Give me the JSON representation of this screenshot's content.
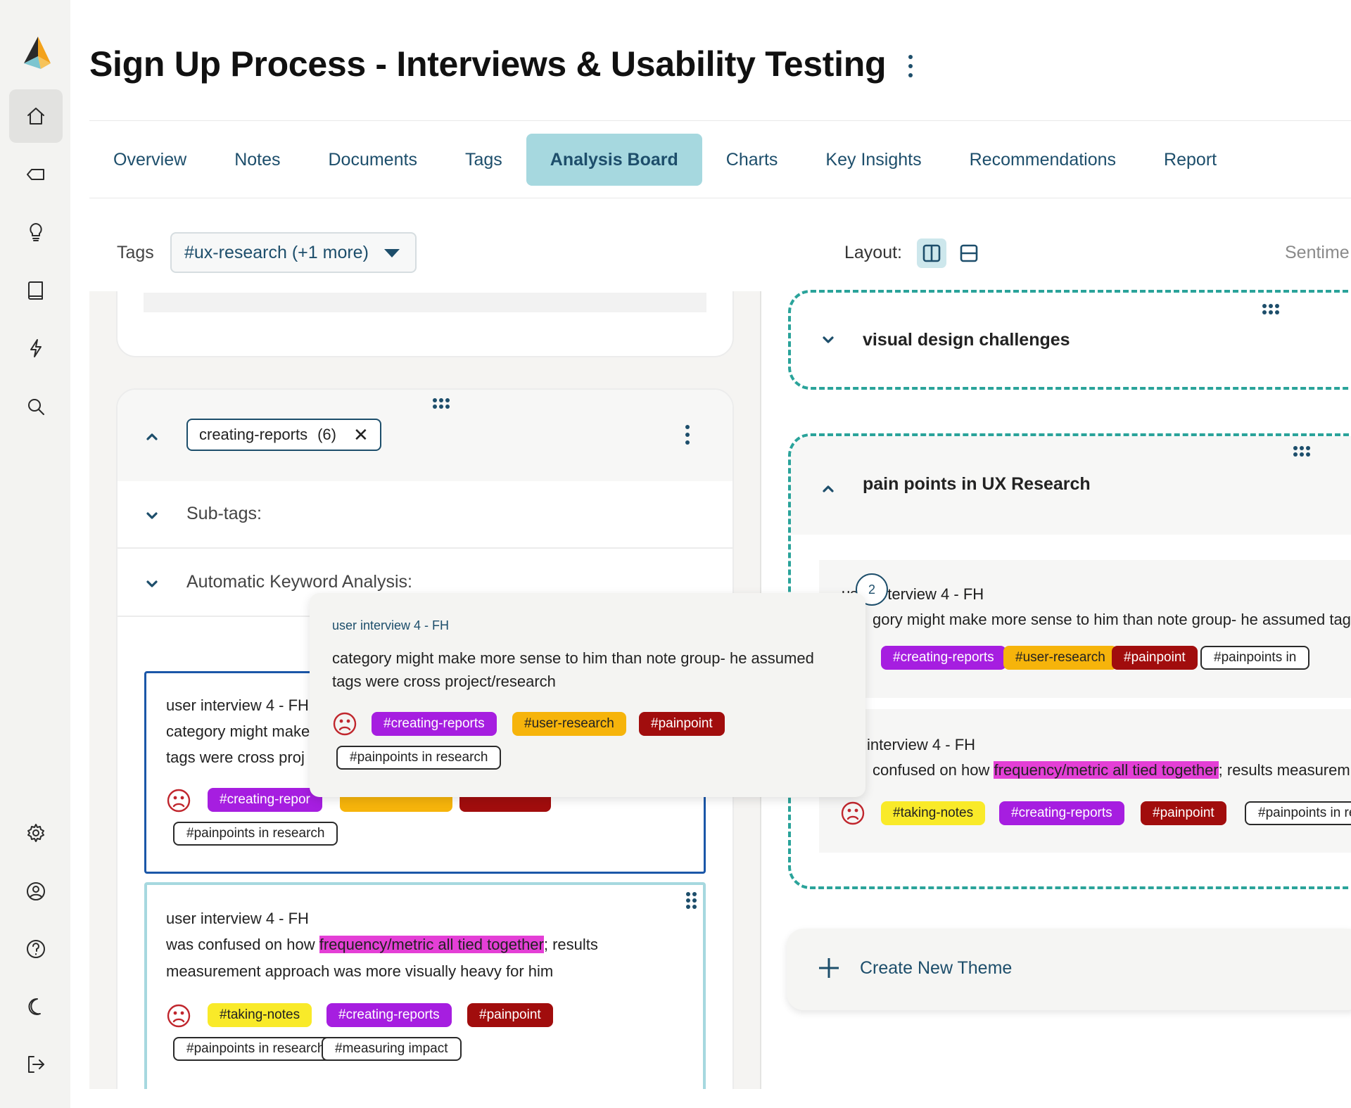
{
  "page": {
    "title": "Sign Up Process - Interviews & Usability Testing"
  },
  "sidebar": {
    "items": [
      {
        "icon": "home-icon"
      },
      {
        "icon": "tag-icon"
      },
      {
        "icon": "lightbulb-icon"
      },
      {
        "icon": "book-icon"
      },
      {
        "icon": "lightning-icon"
      },
      {
        "icon": "search-icon"
      },
      {
        "icon": "gear-icon"
      },
      {
        "icon": "user-circle-icon"
      },
      {
        "icon": "help-icon"
      },
      {
        "icon": "moon-icon"
      },
      {
        "icon": "logout-icon"
      }
    ]
  },
  "tabs": [
    {
      "label": "Overview"
    },
    {
      "label": "Notes"
    },
    {
      "label": "Documents"
    },
    {
      "label": "Tags"
    },
    {
      "label": "Analysis Board",
      "active": true
    },
    {
      "label": "Charts"
    },
    {
      "label": "Key Insights"
    },
    {
      "label": "Recommendations"
    },
    {
      "label": "Report"
    }
  ],
  "toolbar": {
    "tags_label": "Tags",
    "tags_value": "#ux-research (+1 more)",
    "layout_label": "Layout:",
    "sentiment_label": "Sentime"
  },
  "tag_card": {
    "chip_name": "creating-reports",
    "chip_count": "(6)",
    "chip_close": "✕",
    "subtags_label": "Sub-tags:",
    "keyword_label": "Automatic Keyword Analysis:"
  },
  "notes": {
    "note1": {
      "source": "user interview 4 - FH",
      "line1": "category might make",
      "line2": "tags were cross proj",
      "pill1": "#creating-repor",
      "pill_outline": "#painpoints in research"
    },
    "note2": {
      "source": "user interview 4 - FH",
      "text_before": "was confused on how ",
      "text_highlight": "frequency/metric all tied together",
      "text_after": "; results",
      "line2": "measurement approach was more visually heavy for him",
      "pills": [
        "#taking-notes",
        "#creating-reports",
        "#painpoint"
      ],
      "pills_row2": [
        "#painpoints in research",
        "#measuring impact"
      ]
    }
  },
  "popup": {
    "source": "user interview 4 - FH",
    "line1": "category might make more sense to him than note group- he assumed",
    "line2": "tags were cross project/research",
    "pills": [
      "#creating-reports",
      "#user-research",
      "#painpoint"
    ],
    "pill_outline": "#painpoints in research"
  },
  "themes": {
    "theme1": {
      "title": "visual design challenges"
    },
    "theme2": {
      "title": "pain points in UX Research",
      "badge": "2",
      "noteA": {
        "source_prefix": "us",
        "source": "terview 4 - FH",
        "text": "gory might make more sense to him than note group- he assumed tag",
        "pills": [
          "#creating-reports",
          "#user-research",
          "#painpoint",
          "#painpoints in"
        ]
      },
      "noteB": {
        "source": "interview 4 - FH",
        "text_before": "confused on how ",
        "text_highlight": "frequency/metric all tied together",
        "text_after": "; results measurem",
        "pills": [
          "#taking-notes",
          "#creating-reports",
          "#painpoint",
          "#painpoints in re"
        ]
      }
    },
    "create_label": "Create New Theme"
  },
  "colors": {
    "accent": "#1d4e6b",
    "active_tab": "#a6d8df",
    "theme_border": "#2aa39a",
    "tag_purple": "#a61ee0",
    "tag_orange": "#f6b40b",
    "tag_red": "#a10d0d",
    "tag_yellow": "#f9ea29",
    "highlight": "#e43fd6"
  }
}
